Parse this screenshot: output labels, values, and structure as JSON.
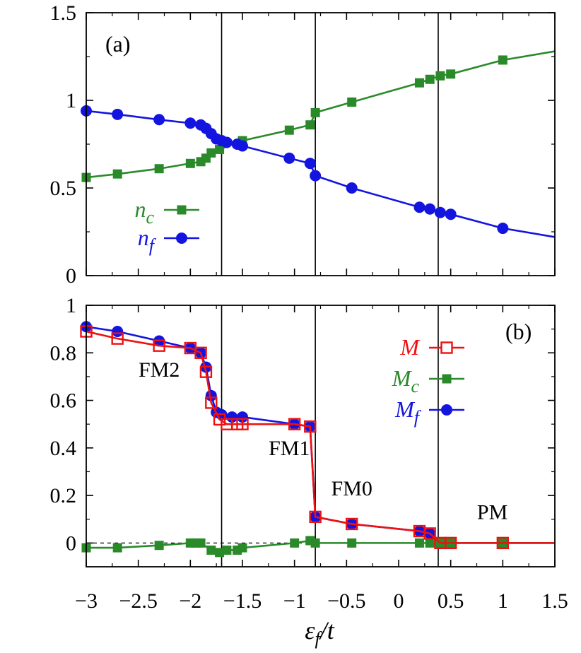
{
  "chart_data": [
    {
      "panel_label": "(a)",
      "type": "line",
      "xlim": [
        -3,
        1.5
      ],
      "ylim": [
        0,
        1.5
      ],
      "x_ticks": [
        -3,
        -2.5,
        -2,
        -1.5,
        -1,
        -0.5,
        0,
        0.5,
        1,
        1.5
      ],
      "y_ticks": [
        {
          "value": 0,
          "label": "0"
        },
        {
          "value": 0.5,
          "label": "0.5"
        },
        {
          "value": 1,
          "label": "1"
        },
        {
          "value": 1.5,
          "label": "1.5"
        }
      ],
      "vlines": [
        -1.7,
        -0.8,
        0.38
      ],
      "series": [
        {
          "name": "n_c",
          "legend": {
            "main": "n",
            "sub": "c"
          },
          "color": "#2a8a2a",
          "marker": "filled-square",
          "x": [
            -3.0,
            -2.7,
            -2.3,
            -2.0,
            -1.9,
            -1.85,
            -1.8,
            -1.72,
            -1.5,
            -1.05,
            -0.85,
            -0.8,
            -0.45,
            0.2,
            0.3,
            0.4,
            0.5,
            1.0
          ],
          "y": [
            0.56,
            0.58,
            0.61,
            0.64,
            0.65,
            0.67,
            0.7,
            0.72,
            0.77,
            0.83,
            0.86,
            0.93,
            0.99,
            1.1,
            1.12,
            1.14,
            1.15,
            1.23
          ],
          "line_x": [
            -3.0,
            -2.7,
            -2.3,
            -2.0,
            -1.9,
            -1.85,
            -1.8,
            -1.72,
            -1.5,
            -1.05,
            -0.85,
            -0.8,
            -0.45,
            0.2,
            0.3,
            0.4,
            0.5,
            1.0,
            1.5
          ],
          "line_y": [
            0.56,
            0.58,
            0.61,
            0.64,
            0.65,
            0.67,
            0.7,
            0.72,
            0.77,
            0.83,
            0.86,
            0.93,
            0.99,
            1.1,
            1.12,
            1.14,
            1.15,
            1.23,
            1.28
          ]
        },
        {
          "name": "n_f",
          "legend": {
            "main": "n",
            "sub": "f"
          },
          "color": "#1414e0",
          "marker": "filled-circle",
          "x": [
            -3.0,
            -2.7,
            -2.3,
            -2.0,
            -1.9,
            -1.85,
            -1.8,
            -1.75,
            -1.7,
            -1.65,
            -1.55,
            -1.5,
            -1.05,
            -0.85,
            -0.8,
            -0.45,
            0.2,
            0.3,
            0.4,
            0.5,
            1.0
          ],
          "y": [
            0.94,
            0.92,
            0.89,
            0.87,
            0.86,
            0.84,
            0.81,
            0.78,
            0.77,
            0.76,
            0.75,
            0.74,
            0.67,
            0.64,
            0.57,
            0.5,
            0.39,
            0.38,
            0.36,
            0.35,
            0.27
          ],
          "line_x": [
            -3.0,
            -2.7,
            -2.3,
            -2.0,
            -1.9,
            -1.85,
            -1.8,
            -1.75,
            -1.7,
            -1.65,
            -1.55,
            -1.5,
            -1.05,
            -0.85,
            -0.8,
            -0.45,
            0.2,
            0.3,
            0.4,
            0.5,
            1.0,
            1.5
          ],
          "line_y": [
            0.94,
            0.92,
            0.89,
            0.87,
            0.86,
            0.84,
            0.81,
            0.78,
            0.77,
            0.76,
            0.75,
            0.74,
            0.67,
            0.64,
            0.57,
            0.5,
            0.39,
            0.38,
            0.36,
            0.35,
            0.27,
            0.22
          ]
        }
      ]
    },
    {
      "panel_label": "(b)",
      "type": "line",
      "xlim": [
        -3,
        1.5
      ],
      "ylim": [
        -0.1,
        1.0
      ],
      "x_ticks": [
        -3,
        -2.5,
        -2,
        -1.5,
        -1,
        -0.5,
        0,
        0.5,
        1,
        1.5
      ],
      "y_ticks": [
        {
          "value": 0,
          "label": "0"
        },
        {
          "value": 0.2,
          "label": "0.2"
        },
        {
          "value": 0.4,
          "label": "0.4"
        },
        {
          "value": 0.6,
          "label": "0.6"
        },
        {
          "value": 0.8,
          "label": "0.8"
        },
        {
          "value": 1.0,
          "label": "1"
        }
      ],
      "vlines": [
        -1.7,
        -0.8,
        0.38
      ],
      "zero_line": true,
      "regions": [
        {
          "label": "FM2",
          "x": -2.3,
          "y": 0.7
        },
        {
          "label": "FM1",
          "x": -1.05,
          "y": 0.37
        },
        {
          "label": "FM0",
          "x": -0.45,
          "y": 0.2
        },
        {
          "label": "PM",
          "x": 0.9,
          "y": 0.1
        }
      ],
      "series": [
        {
          "name": "M",
          "legend": {
            "main": "M",
            "sub": ""
          },
          "color": "#ee1111",
          "marker": "open-square",
          "x": [
            -3.0,
            -2.7,
            -2.3,
            -2.0,
            -1.9,
            -1.85,
            -1.8,
            -1.72,
            -1.65,
            -1.55,
            -1.5,
            -1.0,
            -0.85,
            -0.8,
            -0.45,
            0.2,
            0.3,
            0.4,
            0.5,
            1.0
          ],
          "y": [
            0.89,
            0.86,
            0.83,
            0.82,
            0.8,
            0.72,
            0.59,
            0.52,
            0.5,
            0.5,
            0.5,
            0.5,
            0.49,
            0.11,
            0.08,
            0.05,
            0.04,
            0.0,
            0.0,
            0.0
          ],
          "line_x": [
            -3.0,
            -2.7,
            -2.3,
            -2.0,
            -1.9,
            -1.85,
            -1.8,
            -1.72,
            -1.65,
            -1.55,
            -1.5,
            -1.0,
            -0.85,
            -0.8,
            -0.45,
            0.2,
            0.3,
            0.4,
            0.5,
            1.0,
            1.5
          ],
          "line_y": [
            0.89,
            0.86,
            0.83,
            0.82,
            0.8,
            0.72,
            0.59,
            0.52,
            0.5,
            0.5,
            0.5,
            0.5,
            0.49,
            0.11,
            0.08,
            0.05,
            0.04,
            0.0,
            0.0,
            0.0,
            0.0
          ]
        },
        {
          "name": "M_c",
          "legend": {
            "main": "M",
            "sub": "c"
          },
          "color": "#2a8a2a",
          "marker": "filled-square",
          "x": [
            -3.0,
            -2.7,
            -2.3,
            -2.0,
            -1.95,
            -1.9,
            -1.8,
            -1.72,
            -1.65,
            -1.55,
            -1.5,
            -1.0,
            -0.85,
            -0.8,
            -0.45,
            0.2,
            0.3,
            0.4,
            0.5,
            1.0
          ],
          "y": [
            -0.02,
            -0.02,
            -0.01,
            0.0,
            0.0,
            0.0,
            -0.03,
            -0.04,
            -0.03,
            -0.03,
            -0.02,
            0.0,
            0.01,
            0.0,
            0.0,
            0.0,
            0.0,
            0.0,
            0.0,
            0.0
          ],
          "line_x": [
            -3.0,
            -2.7,
            -2.3,
            -2.0,
            -1.95,
            -1.9,
            -1.8,
            -1.72,
            -1.65,
            -1.55,
            -1.5,
            -1.0,
            -0.85,
            -0.8,
            -0.45,
            0.2,
            0.3,
            0.4,
            0.5,
            1.0,
            1.5
          ],
          "line_y": [
            -0.02,
            -0.02,
            -0.01,
            0.0,
            0.0,
            0.0,
            -0.03,
            -0.04,
            -0.03,
            -0.03,
            -0.02,
            0.0,
            0.01,
            0.0,
            0.0,
            0.0,
            0.0,
            0.0,
            0.0,
            0.0,
            0.0
          ]
        },
        {
          "name": "M_f",
          "legend": {
            "main": "M",
            "sub": "f"
          },
          "color": "#1414e0",
          "marker": "filled-circle",
          "x": [
            -3.0,
            -2.7,
            -2.3,
            -2.0,
            -1.9,
            -1.85,
            -1.8,
            -1.75,
            -1.7,
            -1.6,
            -1.5,
            -1.0,
            -0.85,
            -0.8,
            -0.45,
            0.2,
            0.3,
            0.4,
            0.5,
            1.0
          ],
          "y": [
            0.91,
            0.89,
            0.85,
            0.82,
            0.8,
            0.74,
            0.62,
            0.55,
            0.54,
            0.53,
            0.53,
            0.5,
            0.49,
            0.11,
            0.08,
            0.05,
            0.04,
            0.0,
            0.0,
            0.0
          ],
          "line_x": [
            -3.0,
            -2.7,
            -2.3,
            -2.0,
            -1.9,
            -1.85,
            -1.8,
            -1.75,
            -1.7,
            -1.6,
            -1.5,
            -1.0,
            -0.85,
            -0.8,
            -0.45,
            0.2,
            0.3,
            0.4,
            0.5,
            1.0,
            1.5
          ],
          "line_y": [
            0.91,
            0.89,
            0.85,
            0.82,
            0.8,
            0.74,
            0.62,
            0.55,
            0.54,
            0.53,
            0.53,
            0.5,
            0.49,
            0.11,
            0.08,
            0.05,
            0.04,
            0.0,
            0.0,
            0.0,
            0.0
          ]
        }
      ]
    }
  ],
  "xlabel": {
    "main": "ε",
    "sub": "f",
    "tail": "/t"
  }
}
